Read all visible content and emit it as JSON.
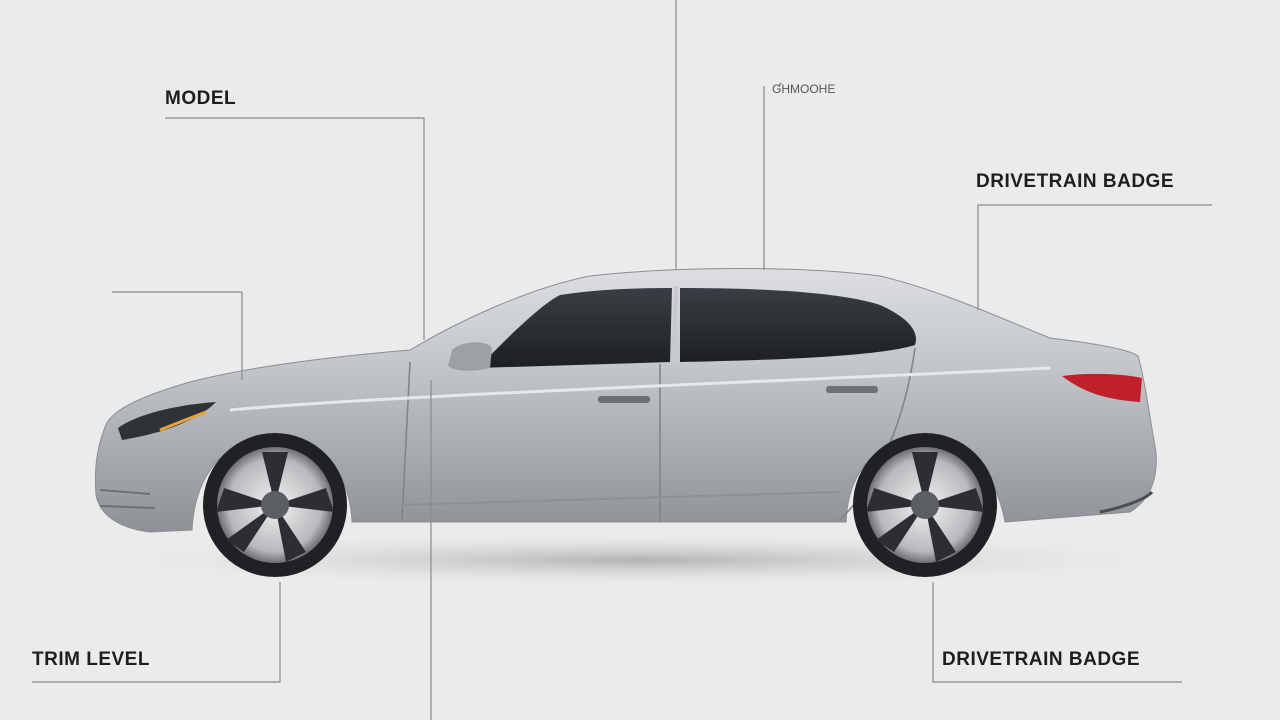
{
  "callouts": {
    "model": {
      "label": "MODEL"
    },
    "top_code": {
      "label": "ƓHMOOHE"
    },
    "drivetrain_badge_top": {
      "label": "DRIVETRAIN BADGE"
    },
    "trim_level": {
      "label": "TRIM LEVEL"
    },
    "drivetrain_badge_bottom": {
      "label": "DRIVETRAIN BADGE"
    }
  },
  "colors": {
    "background": "#ebebeb",
    "car_body": "#b9bcc1",
    "glass": "#2a2d32",
    "tail_light": "#c0202a",
    "leader_line": "#8a8a8a",
    "label_text": "#1e1e1e"
  }
}
